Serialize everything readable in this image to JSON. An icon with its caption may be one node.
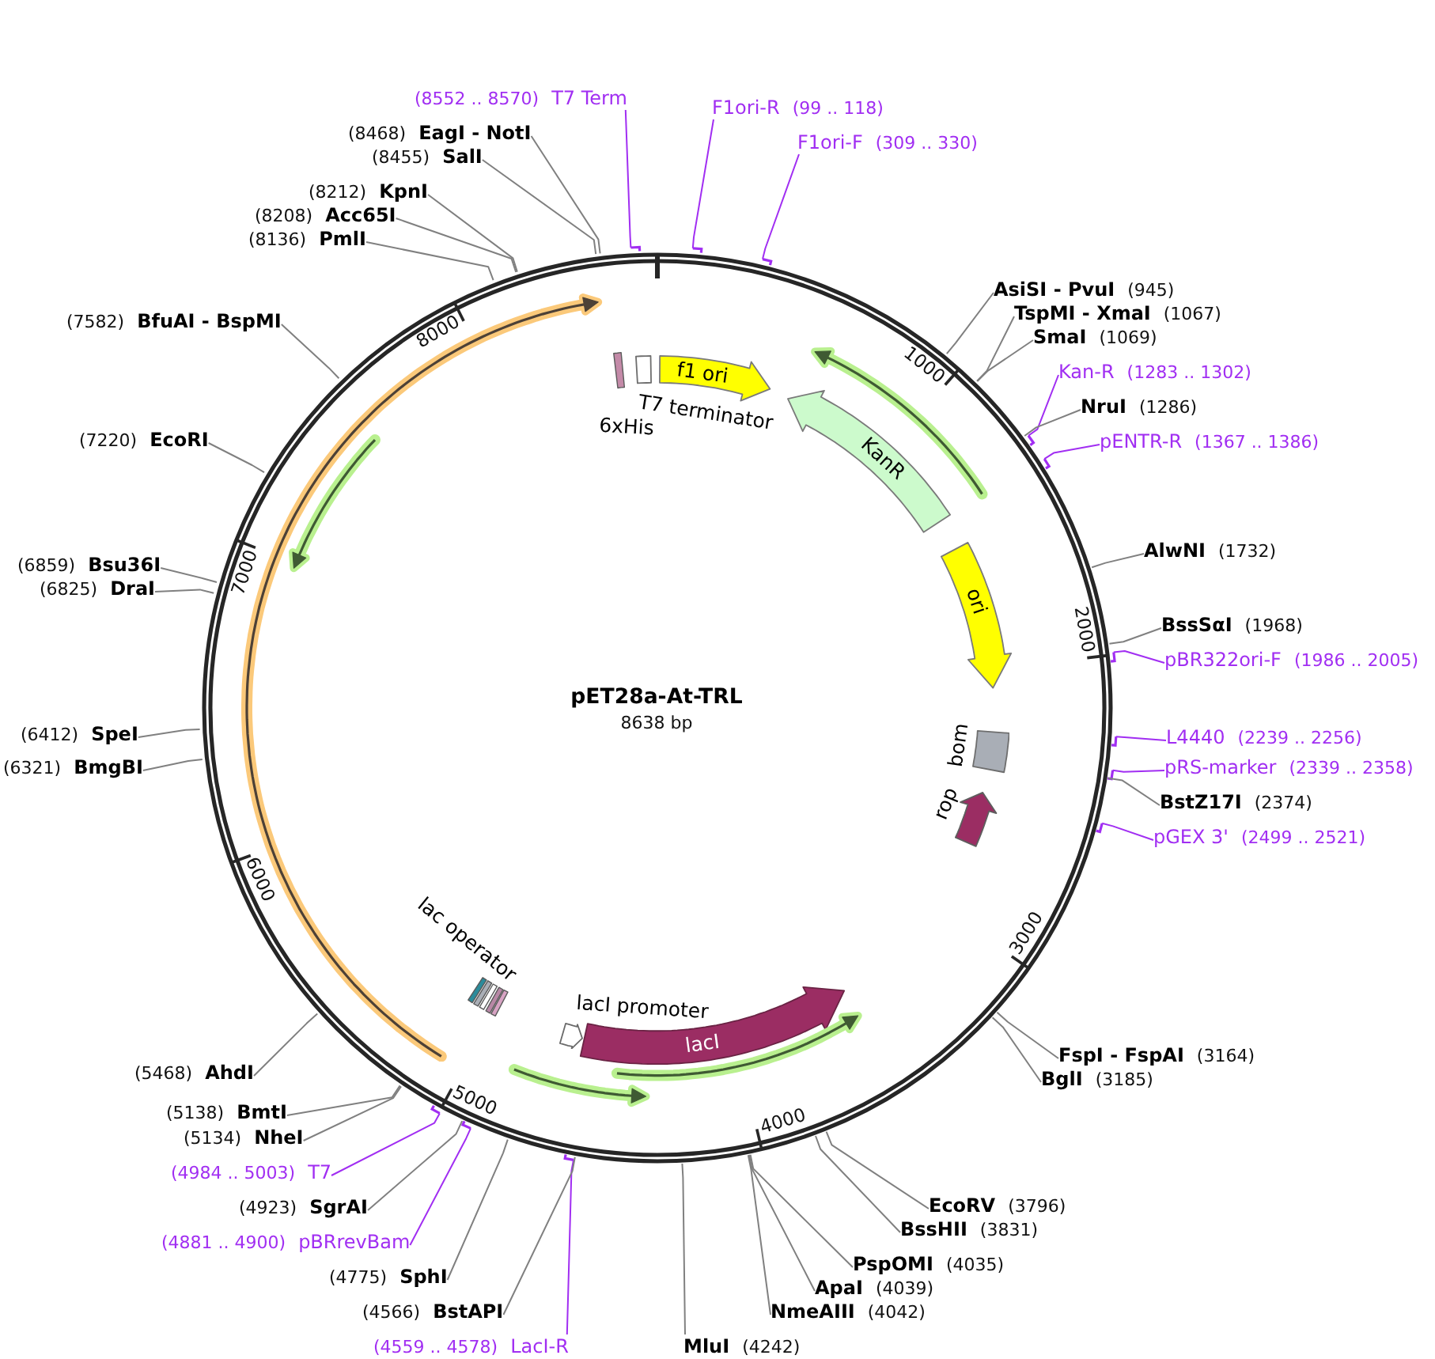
{
  "diagram": {
    "nodes": [
      {
        "text": [
          "pET28a-At-TRL",
          "8638 bp"
        ]
      },
      {
        "text": [],
        "shape": "bar",
        "beside": [
          "6xHis"
        ],
        "in": 0
      },
      {
        "text": [],
        "shape": "box",
        "beside": [
          "T7 terminator"
        ],
        "in": 0
      },
      {
        "text": [
          "f1 ori"
        ],
        "in": 0
      },
      {
        "text": [
          "KanR"
        ],
        "in": 0
      },
      {
        "text": [
          "ori"
        ],
        "in": 0
      },
      {
        "text": [],
        "shape": "box",
        "beside": [
          "bom"
        ],
        "in": 0
      },
      {
        "text": [],
        "shape": "arrow",
        "beside": [
          "rop"
        ],
        "in": 0
      },
      {
        "text": [],
        "shape": "bar",
        "beside": [
          "lac operator"
        ],
        "in": 0
      },
      {
        "text": [],
        "shape": "arrow",
        "beside": [
          "lacI promoter"
        ],
        "in": 0
      },
      {
        "text": [
          "lacI"
        ],
        "in": 0
      },
      {
        "text": [
          "F1ori-R",
          "(99 .. 118)"
        ]
      },
      {
        "text": [
          "F1ori-F",
          "(309 .. 330)"
        ]
      },
      {
        "text": [
          "AsiSI - PvuI",
          "(945)"
        ]
      },
      {
        "text": [
          "TspMI - XmaI",
          "(1067)"
        ]
      },
      {
        "text": [
          "SmaI",
          "(1069)"
        ]
      },
      {
        "text": [
          "Kan-R",
          "(1283 .. 1302)"
        ]
      },
      {
        "text": [
          "NruI",
          "(1286)"
        ]
      },
      {
        "text": [
          "pENTR-R",
          "(1367 .. 1386)"
        ]
      },
      {
        "text": [
          "AlwNI",
          "(1732)"
        ]
      },
      {
        "text": [
          "BssSαI",
          "(1968)"
        ]
      },
      {
        "text": [
          "pBR322ori-F",
          "(1986 .. 2005)"
        ]
      },
      {
        "text": [
          "L4440",
          "(2239 .. 2256)"
        ]
      },
      {
        "text": [
          "pRS-marker",
          "(2339 .. 2358)"
        ]
      },
      {
        "text": [
          "BstZ17I",
          "(2374)"
        ]
      },
      {
        "text": [
          "pGEX 3'",
          "(2499 .. 2521)"
        ]
      },
      {
        "text": [
          "FspI - FspAI",
          "(3164)"
        ]
      },
      {
        "text": [
          "BglI",
          "(3185)"
        ]
      },
      {
        "text": [
          "EcoRV",
          "(3796)"
        ]
      },
      {
        "text": [
          "BssHII",
          "(3831)"
        ]
      },
      {
        "text": [
          "PspOMI",
          "(4035)"
        ]
      },
      {
        "text": [
          "ApaI",
          "(4039)"
        ]
      },
      {
        "text": [
          "NmeAIII",
          "(4042)"
        ]
      },
      {
        "text": [
          "MluI",
          "(4242)"
        ]
      },
      {
        "text": [
          "(4559 .. 4578)",
          "LacI-R"
        ]
      },
      {
        "text": [
          "(4566)",
          "BstAPI"
        ]
      },
      {
        "text": [
          "(4775)",
          "SphI"
        ]
      },
      {
        "text": [
          "(4881 .. 4900)",
          "pBRrevBam"
        ]
      },
      {
        "text": [
          "(4923)",
          "SgrAI"
        ]
      },
      {
        "text": [
          "(4984 .. 5003)",
          "T7"
        ]
      },
      {
        "text": [
          "(5134)",
          "NheI"
        ]
      },
      {
        "text": [
          "(5138)",
          "BmtI"
        ]
      },
      {
        "text": [
          "(5468)",
          "AhdI"
        ]
      },
      {
        "text": [
          "(6321)",
          "BmgBI"
        ]
      },
      {
        "text": [
          "(6412)",
          "SpeI"
        ]
      },
      {
        "text": [
          "(6825)",
          "DraI"
        ]
      },
      {
        "text": [
          "(6859)",
          "Bsu36I"
        ]
      },
      {
        "text": [
          "(7220)",
          "EcoRI"
        ]
      },
      {
        "text": [
          "(7582)",
          "BfuAI - BspMI"
        ]
      },
      {
        "text": [
          "(8136)",
          "PmlI"
        ]
      },
      {
        "text": [
          "(8208)",
          "Acc65I"
        ]
      },
      {
        "text": [
          "(8212)",
          "KpnI"
        ]
      },
      {
        "text": [
          "(8455)",
          "SalI"
        ]
      },
      {
        "text": [
          "(8468)",
          "EagI - NotI"
        ]
      },
      {
        "text": [
          "(8552 .. 8570)",
          "T7 Term"
        ]
      }
    ],
    "edges": [
      {
        "from": 11,
        "to": 0,
        "arrow": "to",
        "color": "#a12ef2"
      },
      {
        "from": 12,
        "to": 0,
        "arrow": "to",
        "color": "#a12ef2"
      },
      {
        "from": 13,
        "to": 0,
        "arrow": "none"
      },
      {
        "from": 14,
        "to": 0,
        "arrow": "none"
      },
      {
        "from": 15,
        "to": 0,
        "arrow": "none"
      },
      {
        "from": 16,
        "to": 0,
        "arrow": "to",
        "color": "#a12ef2"
      },
      {
        "from": 17,
        "to": 0,
        "arrow": "none"
      },
      {
        "from": 18,
        "to": 0,
        "arrow": "to",
        "color": "#a12ef2"
      },
      {
        "from": 19,
        "to": 0,
        "arrow": "none"
      },
      {
        "from": 20,
        "to": 0,
        "arrow": "none"
      },
      {
        "from": 21,
        "to": 0,
        "arrow": "to",
        "color": "#a12ef2"
      },
      {
        "from": 22,
        "to": 0,
        "arrow": "to",
        "color": "#a12ef2"
      },
      {
        "from": 23,
        "to": 0,
        "arrow": "to",
        "color": "#a12ef2"
      },
      {
        "from": 24,
        "to": 0,
        "arrow": "none"
      },
      {
        "from": 25,
        "to": 0,
        "arrow": "to",
        "color": "#a12ef2"
      },
      {
        "from": 26,
        "to": 0,
        "arrow": "none"
      },
      {
        "from": 27,
        "to": 0,
        "arrow": "none"
      },
      {
        "from": 28,
        "to": 0,
        "arrow": "none"
      },
      {
        "from": 29,
        "to": 0,
        "arrow": "none"
      },
      {
        "from": 30,
        "to": 0,
        "arrow": "none"
      },
      {
        "from": 31,
        "to": 0,
        "arrow": "none"
      },
      {
        "from": 32,
        "to": 0,
        "arrow": "none"
      },
      {
        "from": 33,
        "to": 0,
        "arrow": "none"
      },
      {
        "from": 34,
        "to": 0,
        "arrow": "to",
        "color": "#a12ef2"
      },
      {
        "from": 35,
        "to": 0,
        "arrow": "none"
      },
      {
        "from": 36,
        "to": 0,
        "arrow": "none"
      },
      {
        "from": 37,
        "to": 0,
        "arrow": "to",
        "color": "#a12ef2"
      },
      {
        "from": 38,
        "to": 0,
        "arrow": "none"
      },
      {
        "from": 39,
        "to": 0,
        "arrow": "to",
        "color": "#a12ef2"
      },
      {
        "from": 40,
        "to": 0,
        "arrow": "none"
      },
      {
        "from": 41,
        "to": 0,
        "arrow": "none"
      },
      {
        "from": 42,
        "to": 0,
        "arrow": "none"
      },
      {
        "from": 43,
        "to": 0,
        "arrow": "none"
      },
      {
        "from": 44,
        "to": 0,
        "arrow": "none"
      },
      {
        "from": 45,
        "to": 0,
        "arrow": "none"
      },
      {
        "from": 46,
        "to": 0,
        "arrow": "none"
      },
      {
        "from": 47,
        "to": 0,
        "arrow": "none"
      },
      {
        "from": 48,
        "to": 0,
        "arrow": "none"
      },
      {
        "from": 49,
        "to": 0,
        "arrow": "none"
      },
      {
        "from": 50,
        "to": 0,
        "arrow": "none"
      },
      {
        "from": 51,
        "to": 0,
        "arrow": "none"
      },
      {
        "from": 52,
        "to": 0,
        "arrow": "none"
      },
      {
        "from": 53,
        "to": 0,
        "arrow": "none"
      },
      {
        "from": 54,
        "to": 0,
        "arrow": "to",
        "color": "#a12ef2"
      }
    ],
    "labels": [
      "1000",
      "2000",
      "3000",
      "4000",
      "5000",
      "6000",
      "7000",
      "8000"
    ]
  }
}
